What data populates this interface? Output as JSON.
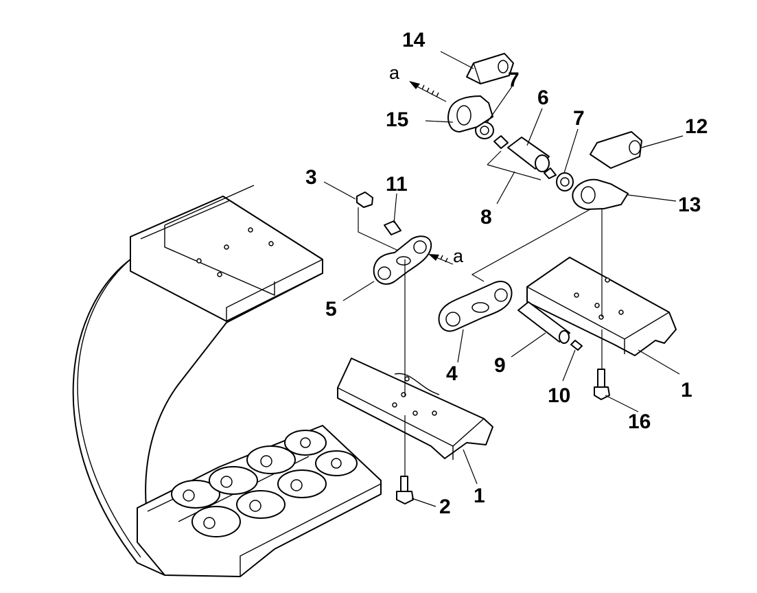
{
  "diagram": {
    "callouts": {
      "c1a": "1",
      "c1b": "1",
      "c2": "2",
      "c3": "3",
      "c4": "4",
      "c5": "5",
      "c6": "6",
      "c7a": "7",
      "c7b": "7",
      "c8": "8",
      "c9": "9",
      "c10": "10",
      "c11": "11",
      "c12": "12",
      "c13": "13",
      "c14": "14",
      "c15": "15",
      "c16": "16"
    },
    "view_marks": {
      "upper": "a",
      "lower": "a"
    }
  }
}
